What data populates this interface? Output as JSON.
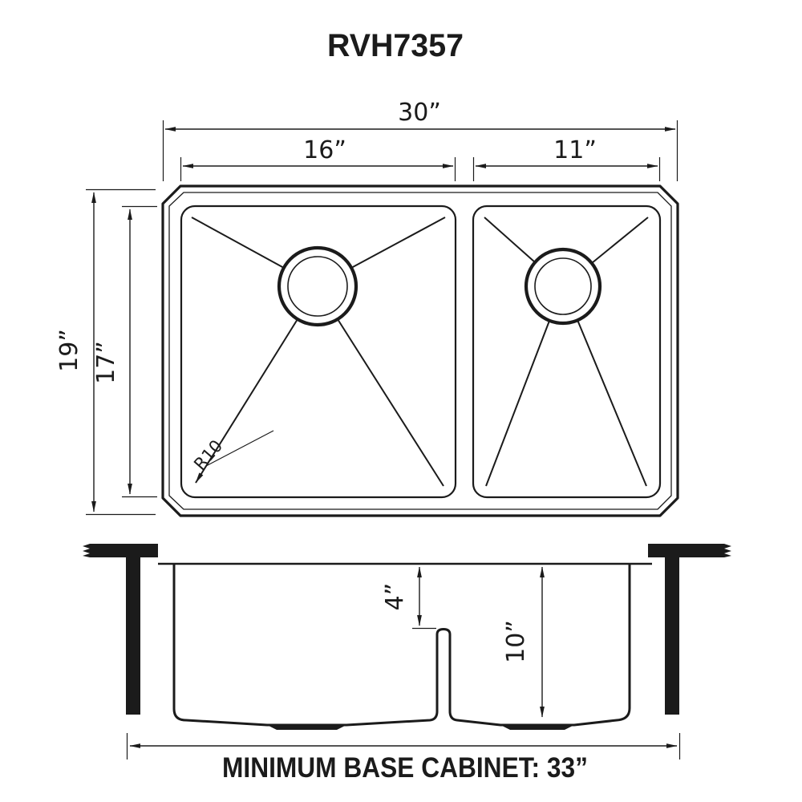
{
  "title": "RVH7357",
  "colors": {
    "ink": "#1b1b1b",
    "background": "#ffffff"
  },
  "top_view": {
    "overall_width": "30”",
    "left_bowl_width": "16”",
    "right_bowl_width": "11”",
    "overall_depth": "19”",
    "bowl_front_to_back": "17”",
    "corner_radius": "R10"
  },
  "side_view": {
    "divider_drop_from_rim": "4”",
    "bowl_depth": "10”"
  },
  "footer": {
    "min_base_cabinet": "MINIMUM BASE CABINET: 33”"
  }
}
